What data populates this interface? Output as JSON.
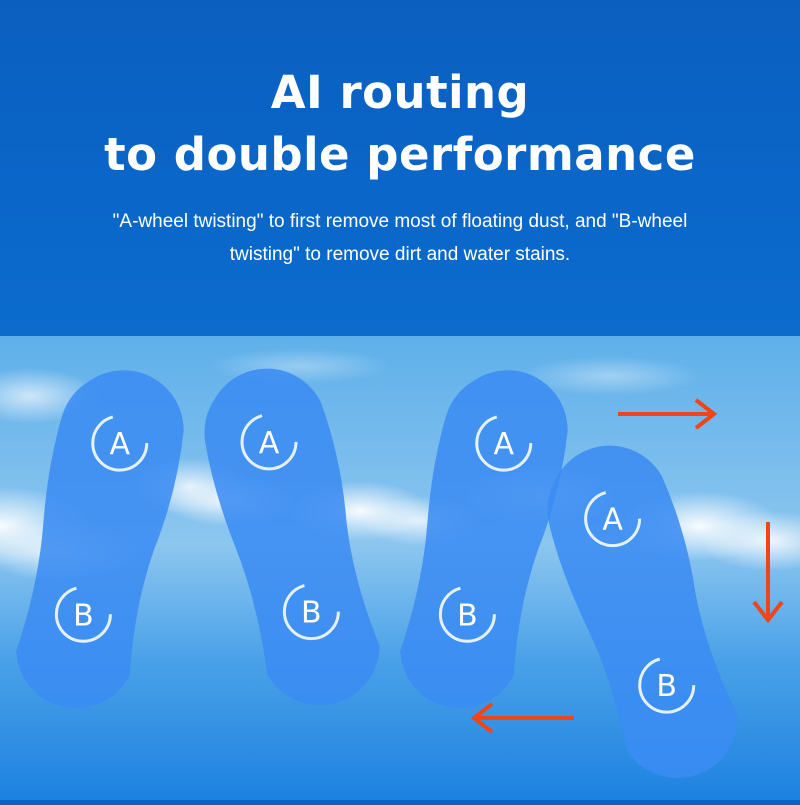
{
  "header": {
    "title_line1": "AI routing",
    "title_line2": "to double performance",
    "subtitle_line1": "\"A-wheel twisting\" to first remove most of floating dust, and  \"B-wheel",
    "subtitle_line2": "twisting\" to remove dirt and water stains."
  },
  "pads": [
    {
      "top_label": "A",
      "bottom_label": "B"
    },
    {
      "top_label": "A",
      "bottom_label": "B"
    },
    {
      "top_label": "A",
      "bottom_label": "B"
    },
    {
      "top_label": "A",
      "bottom_label": "B"
    }
  ],
  "arrows": [
    "arrow-right-icon",
    "arrow-down-icon",
    "arrow-left-icon"
  ],
  "colors": {
    "header_blue": "#0a63c4",
    "sky_top": "#5fb0ea",
    "sky_bottom": "#1d82e0",
    "pad_blue": "#3b8cf2",
    "arrow_red": "#f0441a"
  }
}
